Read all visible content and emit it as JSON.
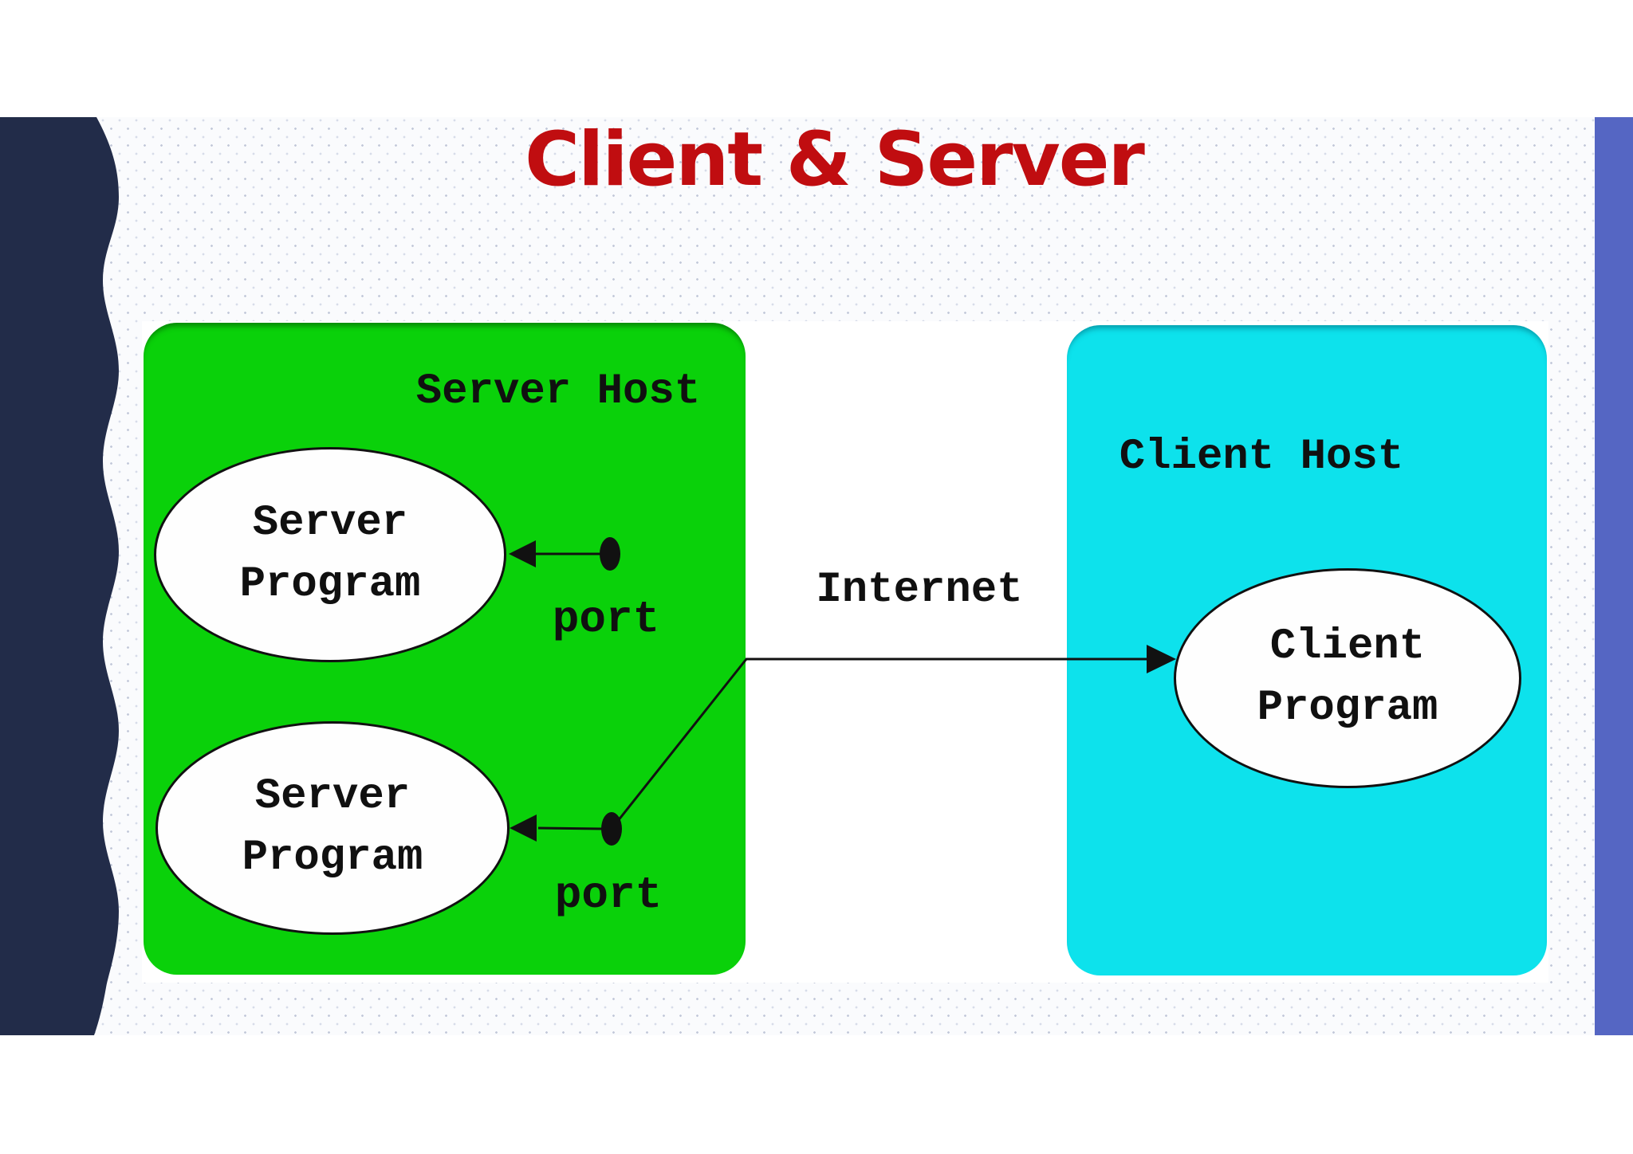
{
  "slide": {
    "title": "Client & Server",
    "colors": {
      "title": "#c00d10",
      "navy_wave": "#222c49",
      "sidebar_right": "#5566c3",
      "server_box": "#0ad10a",
      "client_box": "#0de2ec",
      "diagram_bg": "#ffffff",
      "connector": "#111111"
    }
  },
  "diagram": {
    "server_host": {
      "label": "Server Host",
      "programs": [
        {
          "label": "Server\nProgram"
        },
        {
          "label": "Server\nProgram"
        }
      ],
      "ports": [
        {
          "label": "port"
        },
        {
          "label": "port"
        }
      ]
    },
    "client_host": {
      "label": "Client Host",
      "program": {
        "label": "Client\nProgram"
      }
    },
    "internet_label": "Internet"
  }
}
